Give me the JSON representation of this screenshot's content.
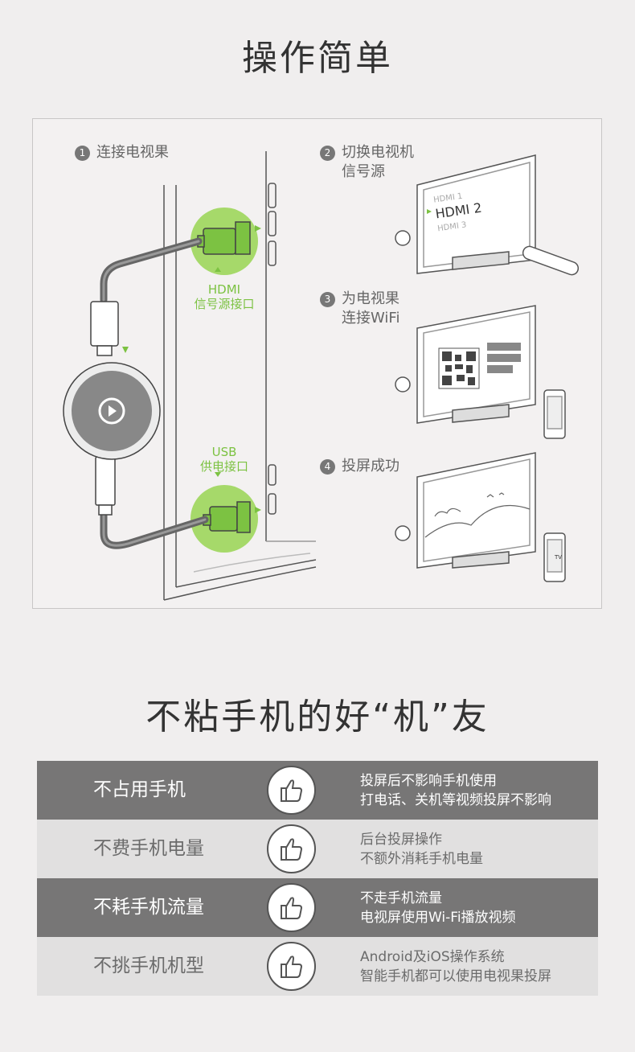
{
  "title1": "操作简单",
  "steps": {
    "s1": {
      "num": "1",
      "text": "连接电视果"
    },
    "s2": {
      "num": "2",
      "line1": "切换电视机",
      "line2": "信号源"
    },
    "s3": {
      "num": "3",
      "line1": "为电视果",
      "line2": "连接WiFi"
    },
    "s4": {
      "num": "4",
      "text": "投屏成功"
    }
  },
  "labels": {
    "hdmi_line1": "HDMI",
    "hdmi_line2": "信号源接口",
    "usb_line1": "USB",
    "usb_line2": "供电接口"
  },
  "tv_menu": {
    "item1": "HDMI 1",
    "item2": "HDMI 2",
    "item3": "HDMI 3"
  },
  "phone_screen_label": "TV",
  "title2": "不粘手机的好“机”友",
  "features": [
    {
      "name": "不占用手机",
      "desc1": "投屏后不影响手机使用",
      "desc2": "打电话、关机等视频投屏不影响"
    },
    {
      "name": "不费手机电量",
      "desc1": "后台投屏操作",
      "desc2": "不额外消耗手机电量"
    },
    {
      "name": "不耗手机流量",
      "desc1": "不走手机流量",
      "desc2": "电视屏使用Wi-Fi播放视频"
    },
    {
      "name": "不挑手机机型",
      "desc1": "Android及iOS操作系统",
      "desc2": "智能手机都可以使用电视果投屏"
    }
  ],
  "colors": {
    "accent_green": "#7cc242",
    "row_dark": "#777676",
    "row_light": "#e1e0e0"
  }
}
